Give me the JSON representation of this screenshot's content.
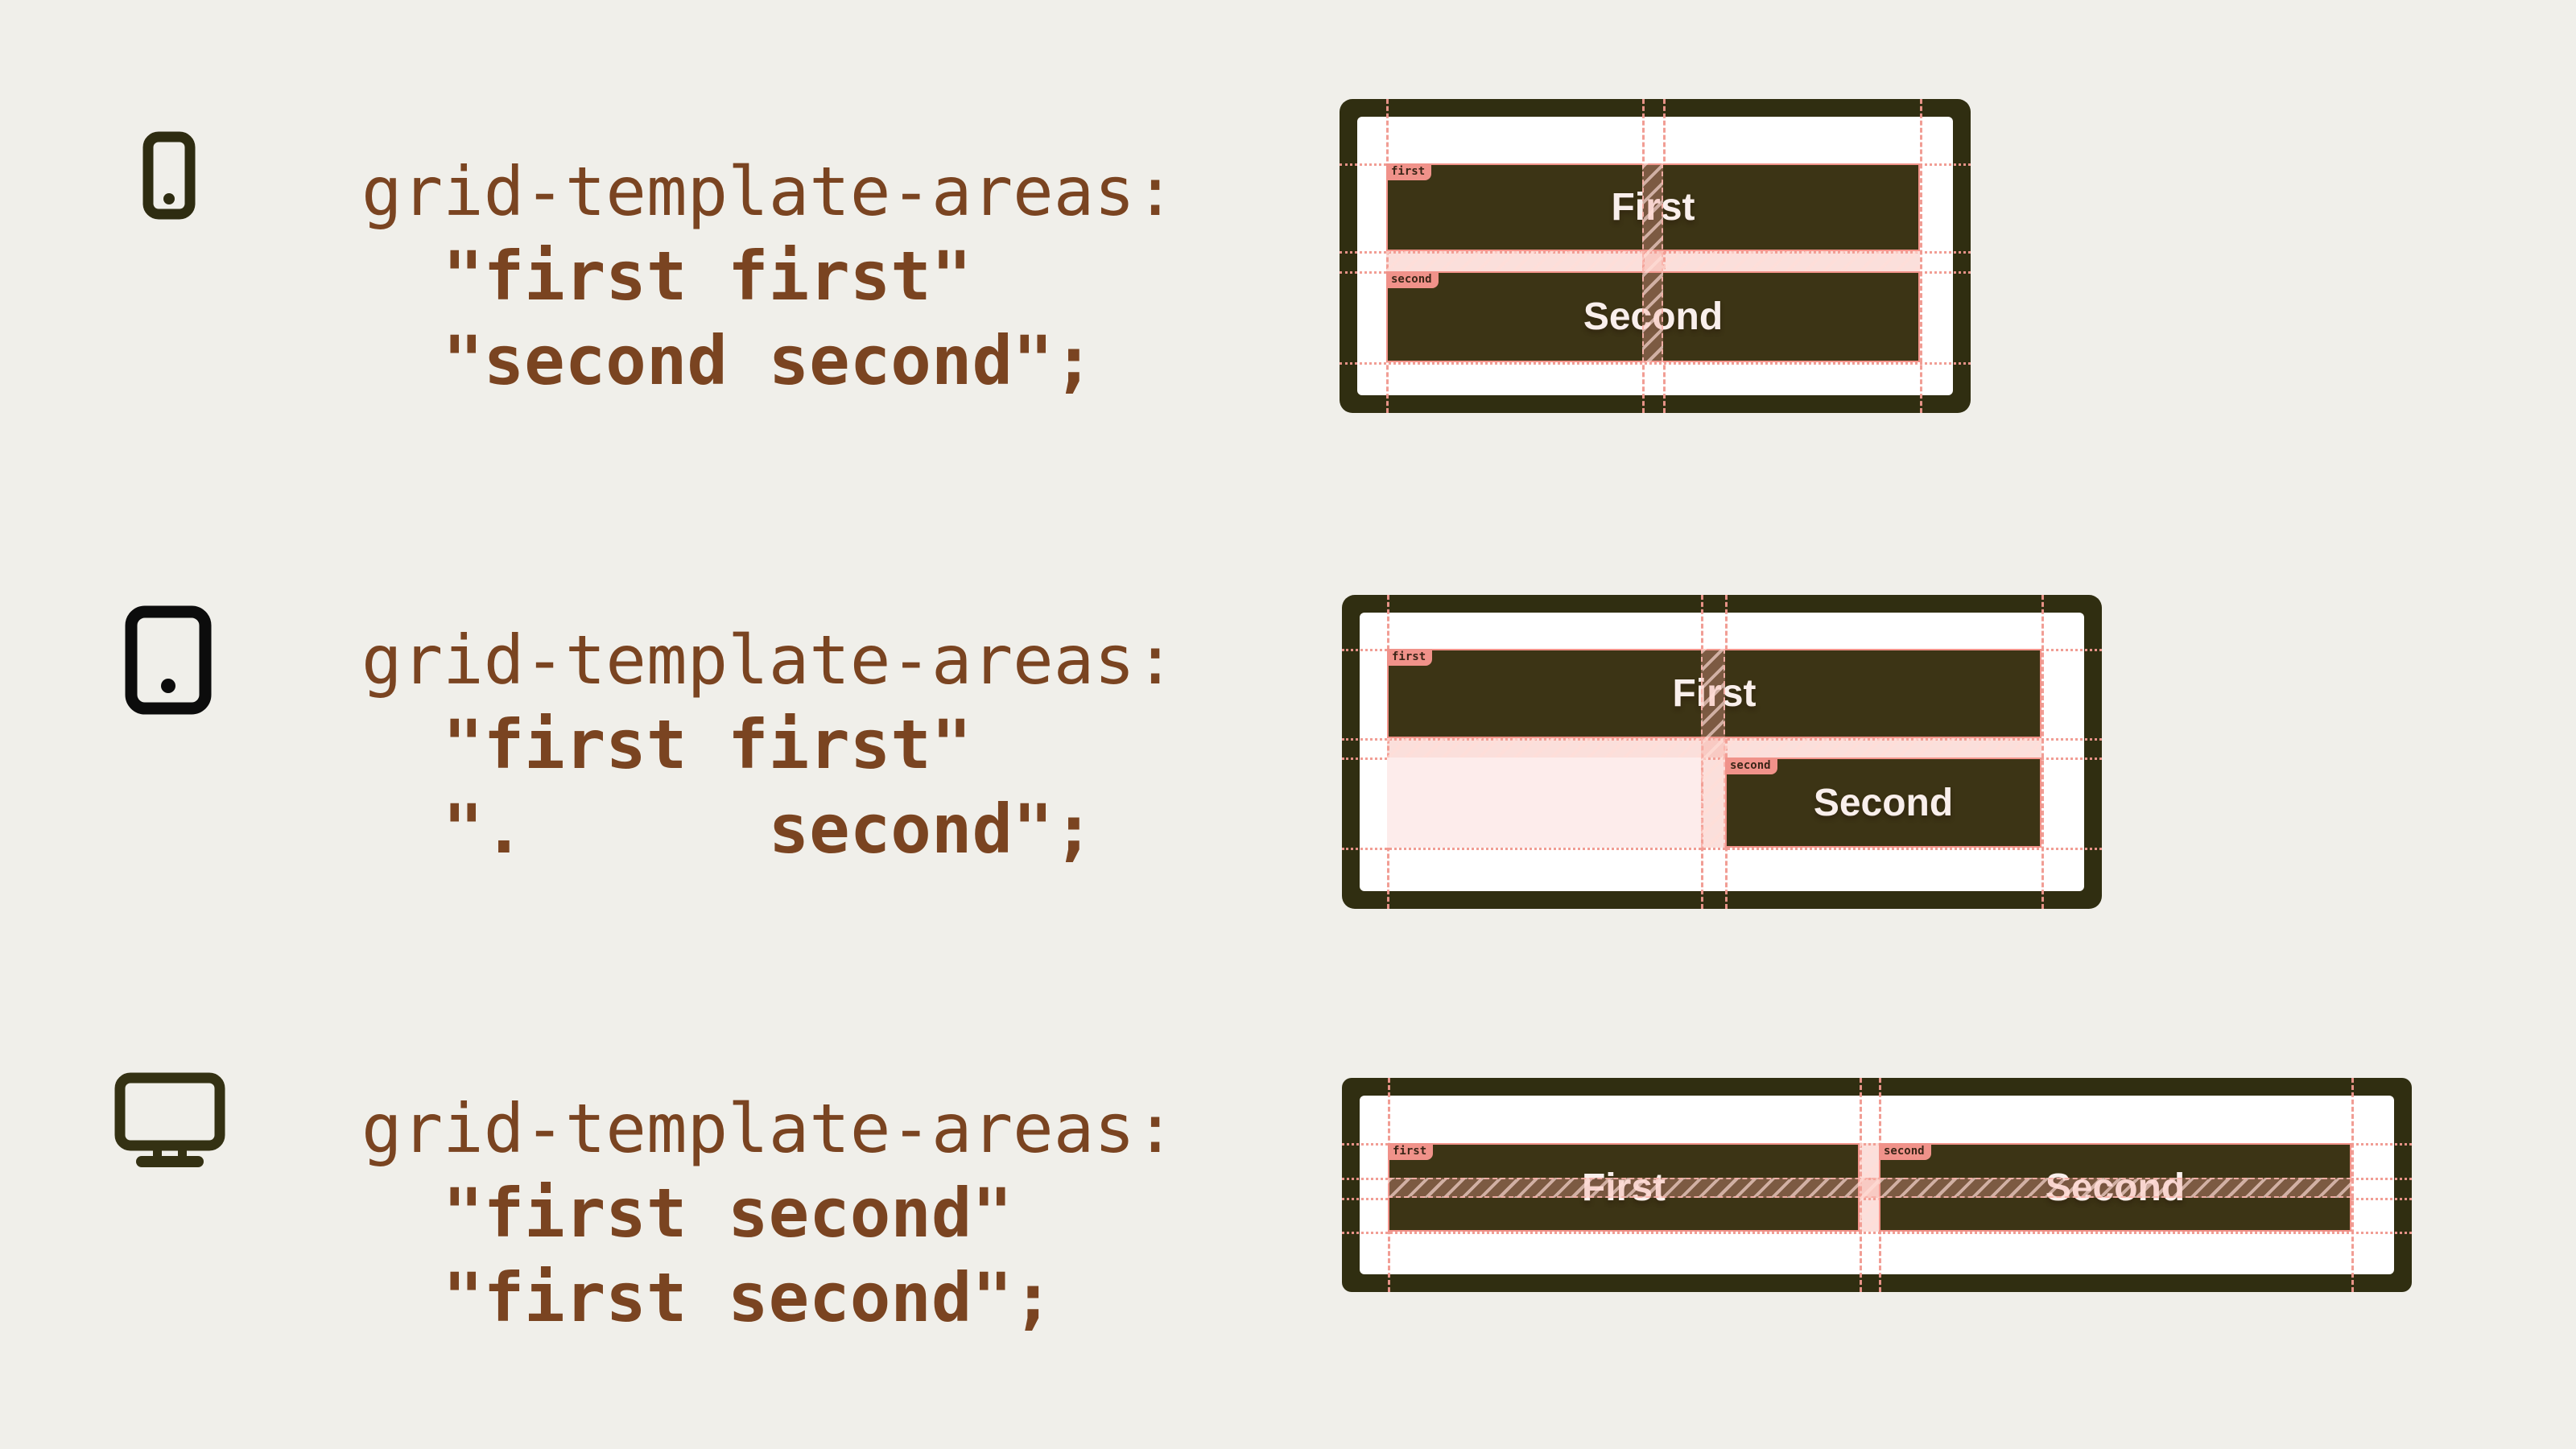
{
  "page": {
    "title": "grid-template-areas responsive breakpoints diagram",
    "background_color": "#f0efea",
    "code_color": "#7a4421",
    "frame_color": "#302e11",
    "area_fill_color": "#3c3415",
    "accent_pink": "#f2938a",
    "screen_color": "#ffffff"
  },
  "rows": [
    {
      "device": "mobile",
      "icon": "smartphone-icon",
      "code": {
        "line1": "grid-template-areas:",
        "line2": "\"first first\"",
        "line3": "\"second second\";"
      },
      "diagram": {
        "areas": [
          {
            "badge": "first",
            "label": "First"
          },
          {
            "badge": "second",
            "label": "Second"
          }
        ]
      }
    },
    {
      "device": "tablet",
      "icon": "tablet-icon",
      "code": {
        "line1": "grid-template-areas:",
        "line2": "\"first first\"",
        "line3": "\".      second\";"
      },
      "diagram": {
        "areas": [
          {
            "badge": "first",
            "label": "First"
          },
          {
            "badge": "second",
            "label": "Second"
          }
        ]
      }
    },
    {
      "device": "desktop",
      "icon": "desktop-icon",
      "code": {
        "line1": "grid-template-areas:",
        "line2": "\"first second\"",
        "line3": "\"first second\";"
      },
      "diagram": {
        "areas": [
          {
            "badge": "first",
            "label": "First"
          },
          {
            "badge": "second",
            "label": "Second"
          }
        ]
      }
    }
  ]
}
